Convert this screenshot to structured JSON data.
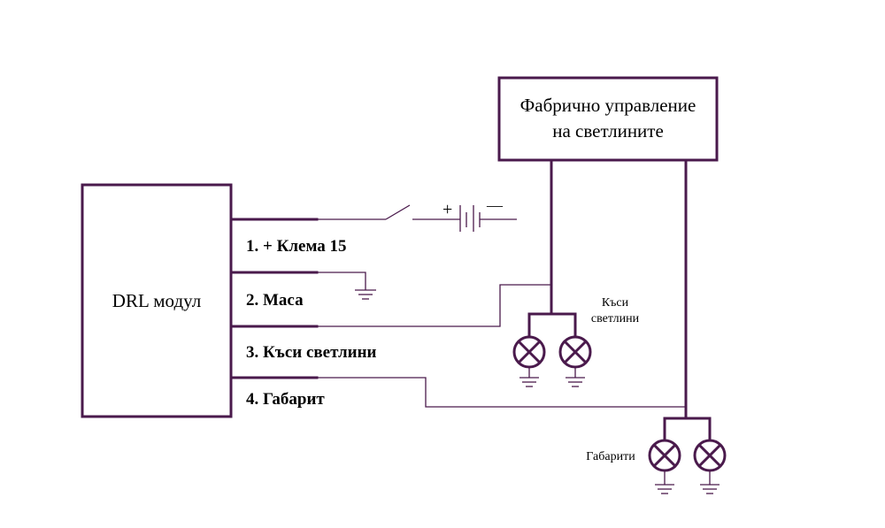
{
  "module": {
    "label": "DRL модул"
  },
  "factory_control": {
    "line1": "Фабрично управление",
    "line2": "на светлините"
  },
  "pins": [
    {
      "label": "1. + Клема 15"
    },
    {
      "label": "2.  Маса"
    },
    {
      "label": "3.  Къси светлини"
    },
    {
      "label": "4.  Габарит"
    }
  ],
  "battery": {
    "plus": "+",
    "minus": "—"
  },
  "low_beams": {
    "line1": "Къси",
    "line2": "светлини"
  },
  "parking_lights": {
    "label": "Габарити"
  },
  "colors": {
    "wire": "#4a1a4c",
    "text": "#000000",
    "background": "#ffffff"
  }
}
